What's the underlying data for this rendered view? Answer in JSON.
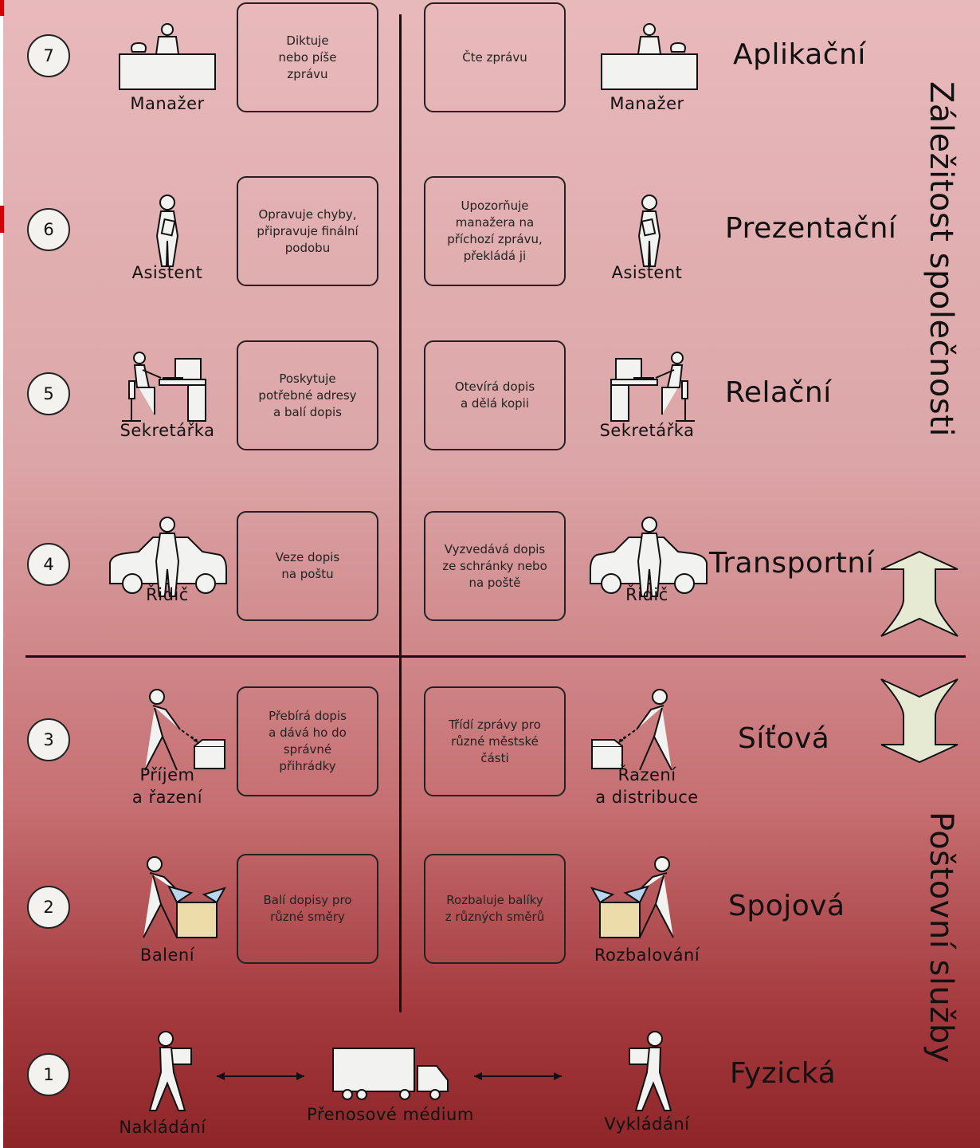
{
  "layers": [
    {
      "number": "7",
      "name": "Aplikační",
      "left_label": "Manažer",
      "right_label": "Manažer",
      "left_text": "Diktuje\nnebo píše\nzprávu",
      "right_text": "Čte zprávu",
      "left_icon": "manager-desk-icon",
      "right_icon": "manager-desk-icon"
    },
    {
      "number": "6",
      "name": "Prezentační",
      "left_label": "Asistent",
      "right_label": "Asistent",
      "left_text": "Opravuje chyby,\npřipravuje finální\npodobu",
      "right_text": "Upozorňuje\nmanažera na\npříchozí zprávu,\npřekládá ji",
      "left_icon": "assistant-icon",
      "right_icon": "assistant-icon"
    },
    {
      "number": "5",
      "name": "Relační",
      "left_label": "Sekretářka",
      "right_label": "Sekretářka",
      "left_text": "Poskytuje\npotřebné adresy\na balí dopis",
      "right_text": "Otevírá dopis\na dělá kopii",
      "left_icon": "secretary-computer-icon",
      "right_icon": "secretary-computer-icon"
    },
    {
      "number": "4",
      "name": "Transportní",
      "left_label": "Řidič",
      "right_label": "Řidič",
      "left_text": "Veze dopis\nna poštu",
      "right_text": "Vyzvedává dopis\nze schránky nebo\nna poště",
      "left_icon": "driver-car-icon",
      "right_icon": "driver-car-icon"
    },
    {
      "number": "3",
      "name": "Síťová",
      "left_label": "Příjem\na řazení",
      "right_label": "Řazení\na distribuce",
      "left_text": "Přebírá dopis\na dává ho do\nsprávné\npřihrádky",
      "right_text": "Třídí zprávy pro\nrůzné městské\nčásti",
      "left_icon": "sorting-box-icon",
      "right_icon": "sorting-box-icon"
    },
    {
      "number": "2",
      "name": "Spojová",
      "left_label": "Balení",
      "right_label": "Rozbalování",
      "left_text": "Balí dopisy pro\nrůzné směry",
      "right_text": "Rozbaluje balíky\nz různých směrů",
      "left_icon": "packing-box-icon",
      "right_icon": "unpacking-box-icon"
    }
  ],
  "physical": {
    "number": "1",
    "name": "Fyzická",
    "left_label": "Nakládání",
    "middle_label": "Přenosové médium",
    "right_label": "Vykládání",
    "left_icon": "loading-person-icon",
    "middle_icon": "truck-icon",
    "right_icon": "unloading-person-icon"
  },
  "groups": {
    "upper": "Záležitost společnosti",
    "lower": "Poštovní služby"
  },
  "colors": {
    "background_top": "#e8b9bb",
    "background_bottom": "#8e2528",
    "figure_fill": "#f2f3f0",
    "arrow_fill": "#e7ead2",
    "stroke": "#111111"
  }
}
